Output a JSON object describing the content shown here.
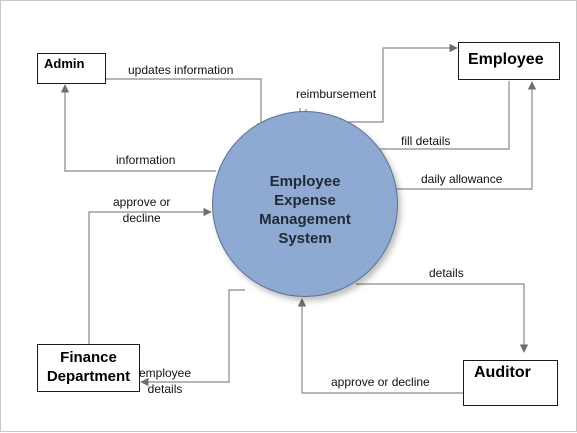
{
  "diagram": {
    "process": {
      "label": "Employee\nExpense\nManagement\nSystem"
    },
    "entities": {
      "admin": "Admin",
      "employee": "Employee",
      "finance": "Finance\nDepartment",
      "auditor": "Auditor"
    },
    "flows": {
      "updates_information": "updates information",
      "information": "information",
      "reimbursement": "reimbursement",
      "fill_details": "fill details",
      "daily_allowance": "daily allowance",
      "approve_or_decline_finance": "approve or\ndecline",
      "employee_details": "employee\ndetails",
      "details": "details",
      "approve_or_decline_auditor": "approve or decline"
    },
    "colors": {
      "process_fill": "#8eaad2",
      "arrow": "#6f6f6f"
    }
  }
}
